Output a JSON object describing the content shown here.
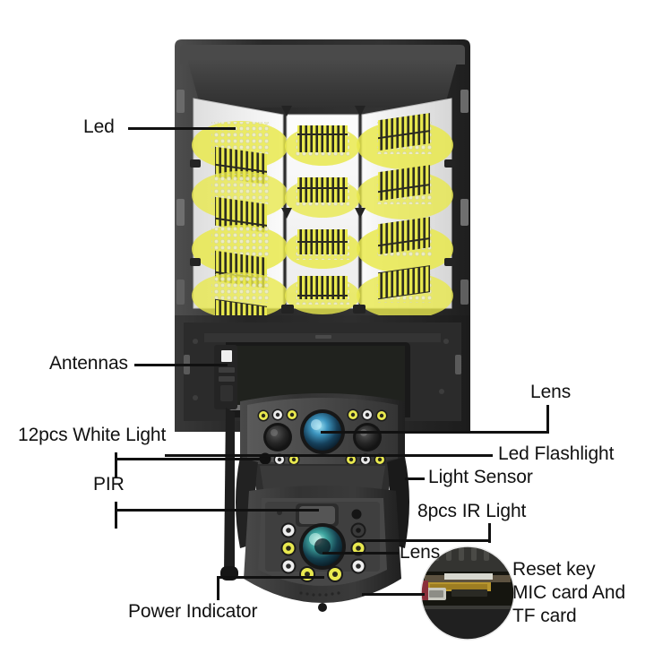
{
  "diagram": {
    "title": "Solar Street Light with PTZ Camera - Parts Callout Diagram",
    "background_color": "#ffffff",
    "label_color": "#111111",
    "leader_color": "#111111"
  },
  "labels": {
    "led": "Led",
    "antennas": "Antennas",
    "white_light": "12pcs White Light",
    "pir": "PIR",
    "lens_top": "Lens",
    "led_flashlight": "Led Flashlight",
    "light_sensor": "Light Sensor",
    "ir_light": "8pcs IR Light",
    "lens_bottom": "Lens",
    "power_indicator": "Power Indicator",
    "reset_line1": "Reset key",
    "reset_line2": "MIC card And",
    "reset_line3": "TF card"
  },
  "product": {
    "name": "solar-street-light-ptz-camera",
    "solar_panel_color": "#3c3c3c",
    "housing_color": "#2b2b2b",
    "led_phosphor_color": "#e8e84a",
    "led_diffuser_color": "#f2f2ee",
    "lens_color": "#2f7fa8",
    "ir_ring_color": "#e9e94f",
    "white_ring_color": "#e8e8e8"
  },
  "inset": {
    "name": "reset-mic-tf-card-closeup",
    "board_color": "#1a1a18",
    "connector_color": "#b8962e",
    "ribbon_color": "#d8d8cf"
  }
}
